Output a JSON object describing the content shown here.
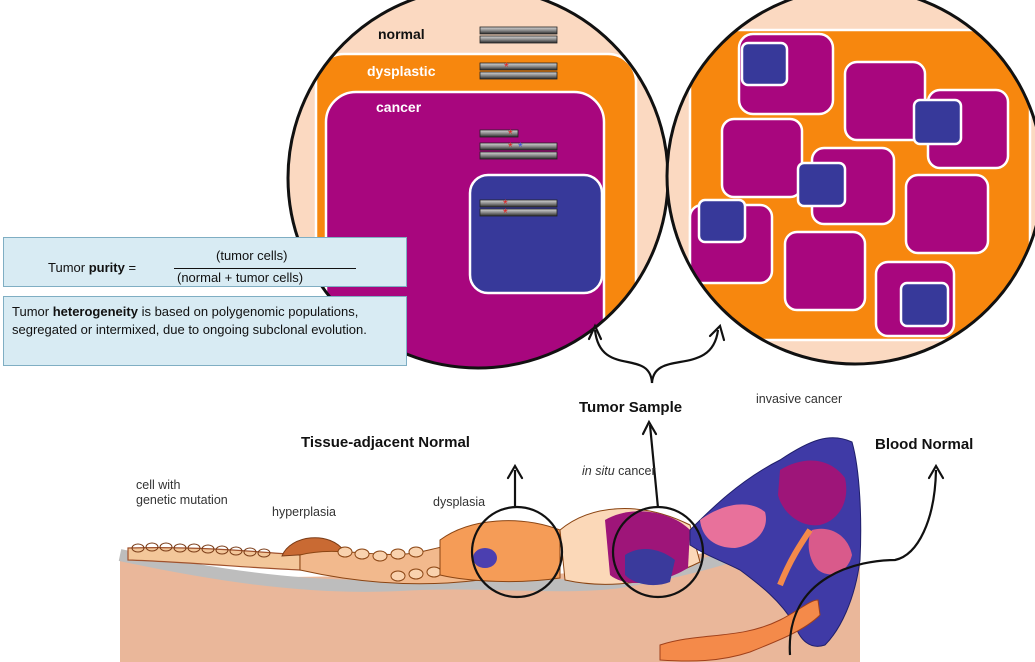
{
  "zoom_left": {
    "normal_label": "normal",
    "dysplastic_label": "dysplastic",
    "cancer_label": "cancer"
  },
  "purity": {
    "prefix": "Tumor ",
    "bold": "purity",
    "equals": " =",
    "numerator": "(tumor cells)",
    "denominator": "(normal + tumor cells)"
  },
  "heterogeneity": {
    "prefix": "Tumor ",
    "bold": "heterogeneity",
    "text": " is based on polygenomic populations, segregated or intermixed, due to ongoing subclonal evolution."
  },
  "labels": {
    "tumor_sample": "Tumor Sample",
    "invasive_cancer": "invasive cancer",
    "tissue_adjacent_normal": "Tissue-adjacent Normal",
    "blood_normal": "Blood Normal",
    "in_situ_italic": "in situ",
    "in_situ_rest": " cancer",
    "cell_with_line1": "cell with",
    "cell_with_line2": "genetic mutation",
    "hyperplasia": "hyperplasia",
    "dysplasia": "dysplasia"
  },
  "colors": {
    "orange": "#f7870e",
    "peach": "#fbd9c1",
    "magenta": "#a8067e",
    "blue": "#37399a",
    "box_fill": "#d8ebf3"
  }
}
